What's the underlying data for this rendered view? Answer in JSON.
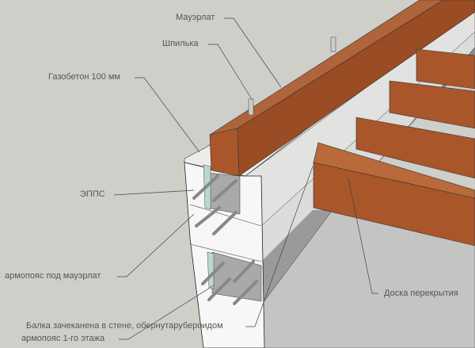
{
  "labels": {
    "mauerlat": "Мауэрлат",
    "stud": "Шпилька",
    "aerated_concrete": "Газобетон 100 мм",
    "xps": "ЭППС",
    "ring_beam_mauerlat": "армопояс под мауэрлат",
    "ring_beam_floor1": "армопояс 1-го этажа",
    "joist_embedded": "Балка зачеканена в стене, обернутарубероидом",
    "floor_board": "Доска перекрытия"
  },
  "colors": {
    "background": "#cfcfca",
    "wood": "#a8562a",
    "wood_dark": "#8a4420",
    "wall_white": "#f7f7f7",
    "wall_gray": "#dcdcda",
    "concrete": "#a9a9a9",
    "xps": "#b9d9d0"
  }
}
